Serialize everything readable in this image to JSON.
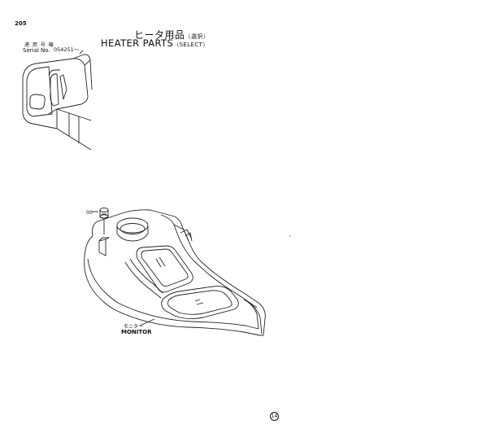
{
  "page": {
    "number": "205",
    "title_jp": "ヒータ用品",
    "title_jp_select": "（選択）",
    "title_en": "HEATER  PARTS",
    "title_en_select": "（SELECT）",
    "serial_label_jp": "適 用 号 機",
    "serial_label_en": "Serial No.",
    "serial_value": "054251～",
    "part_ref": "00",
    "monitor_label_jp": "モニター",
    "monitor_label_en": "MONITOR",
    "corner_mark": "⑭"
  }
}
